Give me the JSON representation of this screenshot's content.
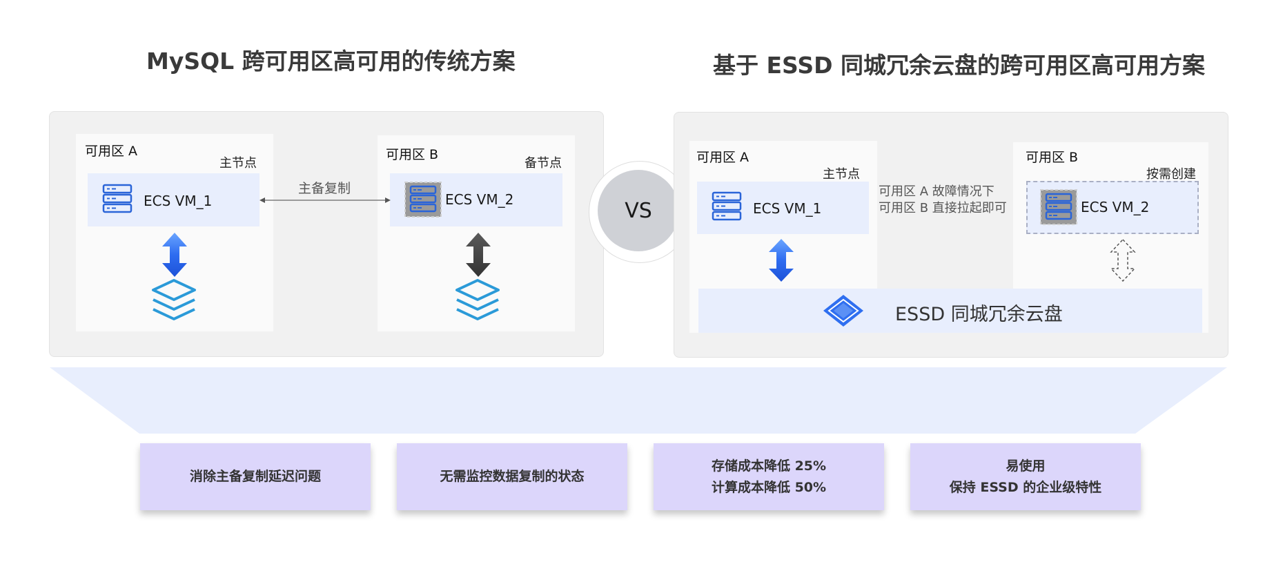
{
  "left": {
    "title": "MySQL 跨可用区高可用的传统方案",
    "zone_a": {
      "label": "可用区 A",
      "role": "主节点",
      "vm": "ECS VM_1"
    },
    "zone_b": {
      "label": "可用区 B",
      "role": "备节点",
      "vm": "ECS VM_2"
    },
    "replication_label": "主备复制"
  },
  "vs_label": "VS",
  "right": {
    "title": "基于 ESSD 同城冗余云盘的跨可用区高可用方案",
    "zone_a": {
      "label": "可用区 A",
      "role": "主节点",
      "vm": "ECS VM_1"
    },
    "zone_b": {
      "label": "可用区 B",
      "role": "按需创建",
      "vm": "ECS VM_2"
    },
    "failover_note": [
      "可用区 A 故障情况下",
      "可用区 B 直接拉起即可"
    ],
    "essd_label": "ESSD 同城冗余云盘"
  },
  "features": [
    {
      "lines": [
        "消除主备复制延迟问题"
      ]
    },
    {
      "lines": [
        "无需监控数据复制的状态"
      ]
    },
    {
      "lines": [
        "存储成本降低 25%",
        "计算成本降低 50%"
      ]
    },
    {
      "lines": [
        "易使用",
        "保持 ESSD 的企业级特性"
      ]
    }
  ],
  "colors": {
    "accent_blue": "#2f6ff0",
    "server_blue": "#2a64d8",
    "disk_blue": "#2b9ad8",
    "dark_arrow": "#454545",
    "feature_bg": "#dcd6fb",
    "funnel_bg": "#e8eefd"
  },
  "icons": [
    "server-icon",
    "stack-icon",
    "diamond-icon",
    "bidirectional-arrow-icon"
  ]
}
